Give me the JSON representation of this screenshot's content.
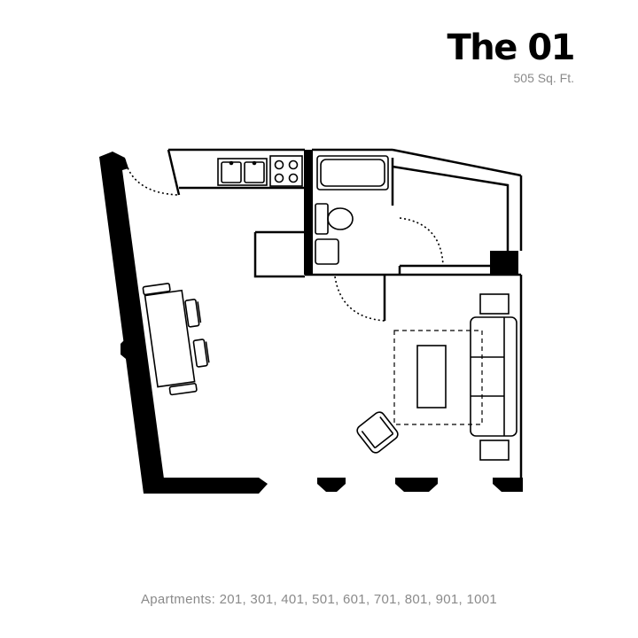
{
  "header": {
    "title": "The 01",
    "area": "505 Sq. Ft."
  },
  "footer": {
    "apartments": "Apartments: 201, 301, 401, 501, 601, 701, 801, 901, 1001"
  },
  "colors": {
    "ink": "#000000",
    "muted_text": "#8a8a8a",
    "background": "#ffffff"
  }
}
